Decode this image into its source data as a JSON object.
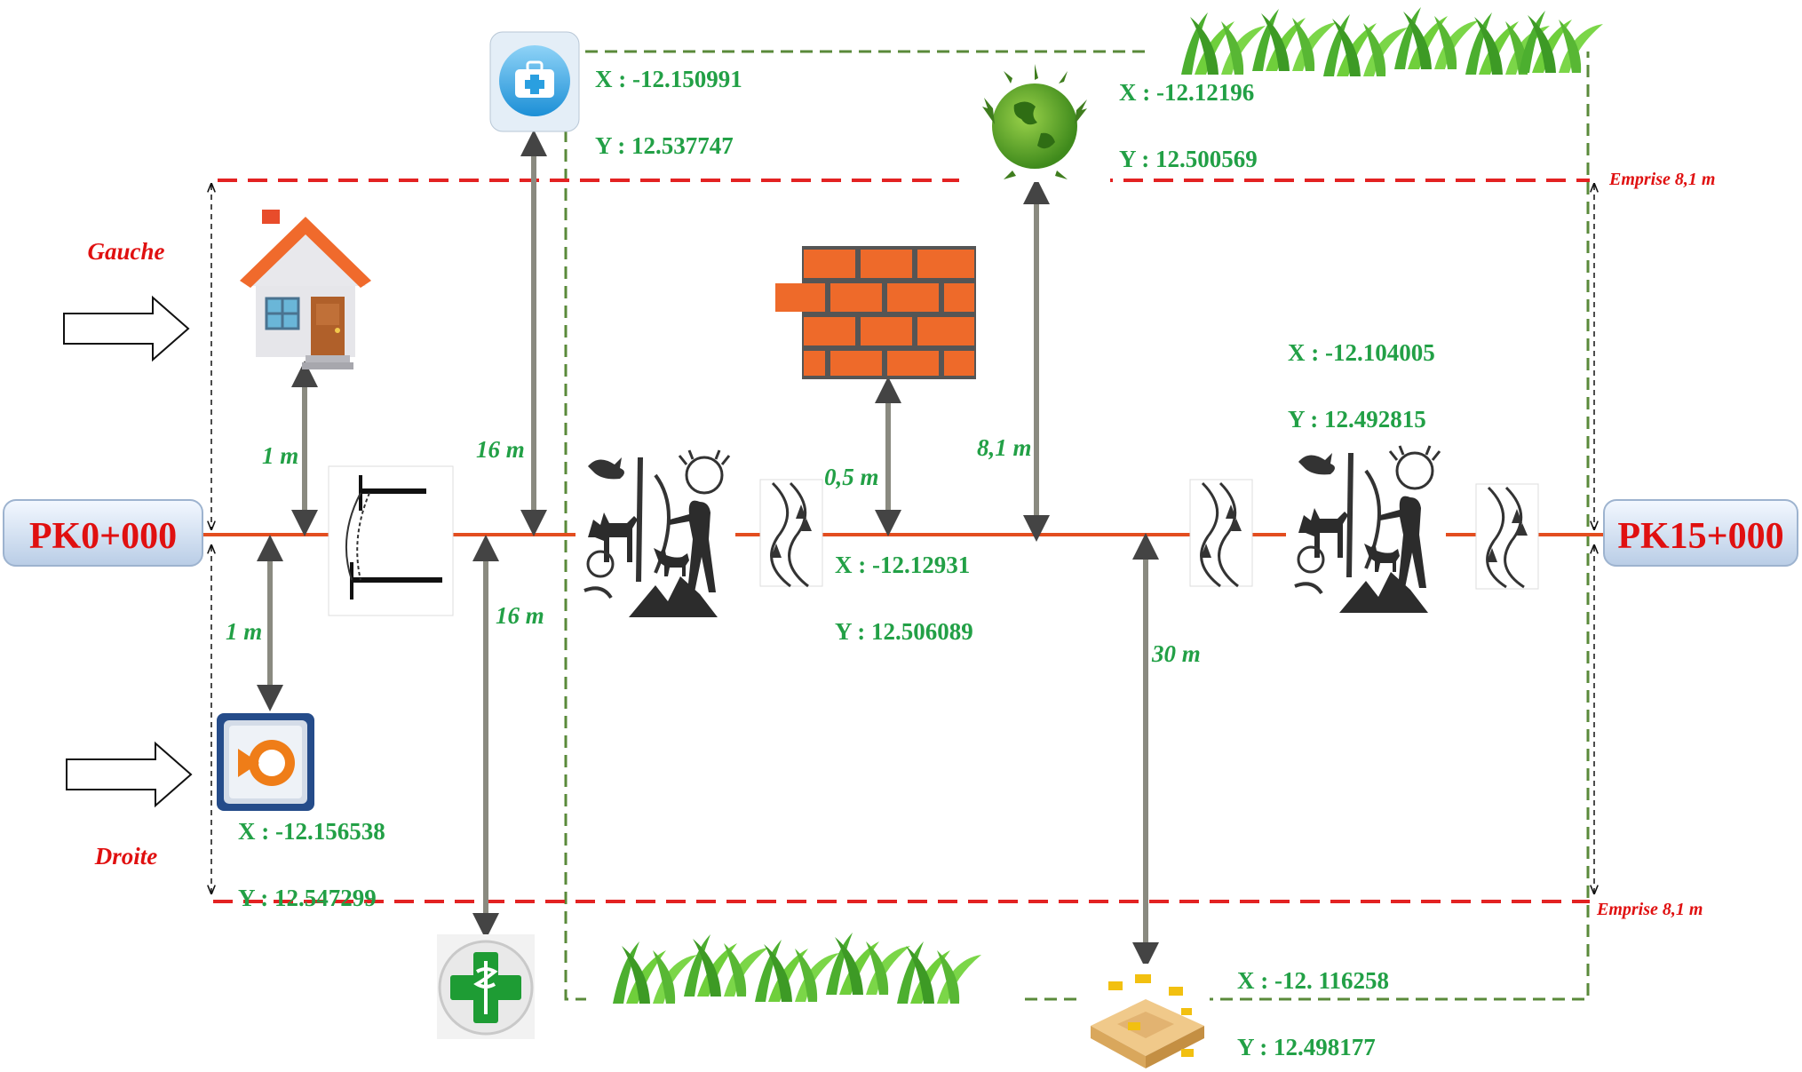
{
  "colors": {
    "road": "#e34d1f",
    "emprise": "#e32222",
    "zone": "#5a8a3a",
    "text_green": "#22a046",
    "text_red": "#e01010",
    "pk_fill": "#dbe7f7"
  },
  "pk_start": "PK0+000",
  "pk_end": "PK15+000",
  "sides": {
    "left": "Gauche",
    "right": "Droite"
  },
  "emprise_top": "Emprise 8,1 m",
  "emprise_bottom": "Emprise 8,1 m",
  "distances": {
    "house": "1 m",
    "bus_stop": "1 m",
    "health_center": "16 m",
    "pharmacy": "16 m",
    "brick_wall": "0,5 m",
    "environment": "8,1 m",
    "quarry": "30 m"
  },
  "coordinates": {
    "health_center": {
      "x": "X : -12.150991",
      "y": "Y : 12.537747"
    },
    "environment": {
      "x": "X : -12.12196",
      "y": "Y : 12.500569"
    },
    "wildlife_right": {
      "x": "X : -12.104005",
      "y": "Y : 12.492815"
    },
    "wildlife_center": {
      "x": "X : -12.12931",
      "y": "Y : 12.506089"
    },
    "bus_stop": {
      "x": "X : -12.156538",
      "y": "Y : 12.547299"
    },
    "quarry": {
      "x": "X : -12. 116258",
      "y": "Y : 12.498177"
    }
  },
  "icons": {
    "health_center": "first-aid-kit-icon",
    "environment": "planet-fauna-icon",
    "house": "house-icon",
    "bus_stop": "bus-stop-icon",
    "pharmacy": "pharmacy-cross-icon",
    "brick_wall": "brick-wall-icon",
    "wildlife": "hunting-wildlife-icon",
    "curve": "winding-road-icon",
    "culvert": "culvert-icon",
    "quarry": "quarry-construction-icon",
    "grass": "grass-icon",
    "arrow": "direction-arrow-icon"
  }
}
